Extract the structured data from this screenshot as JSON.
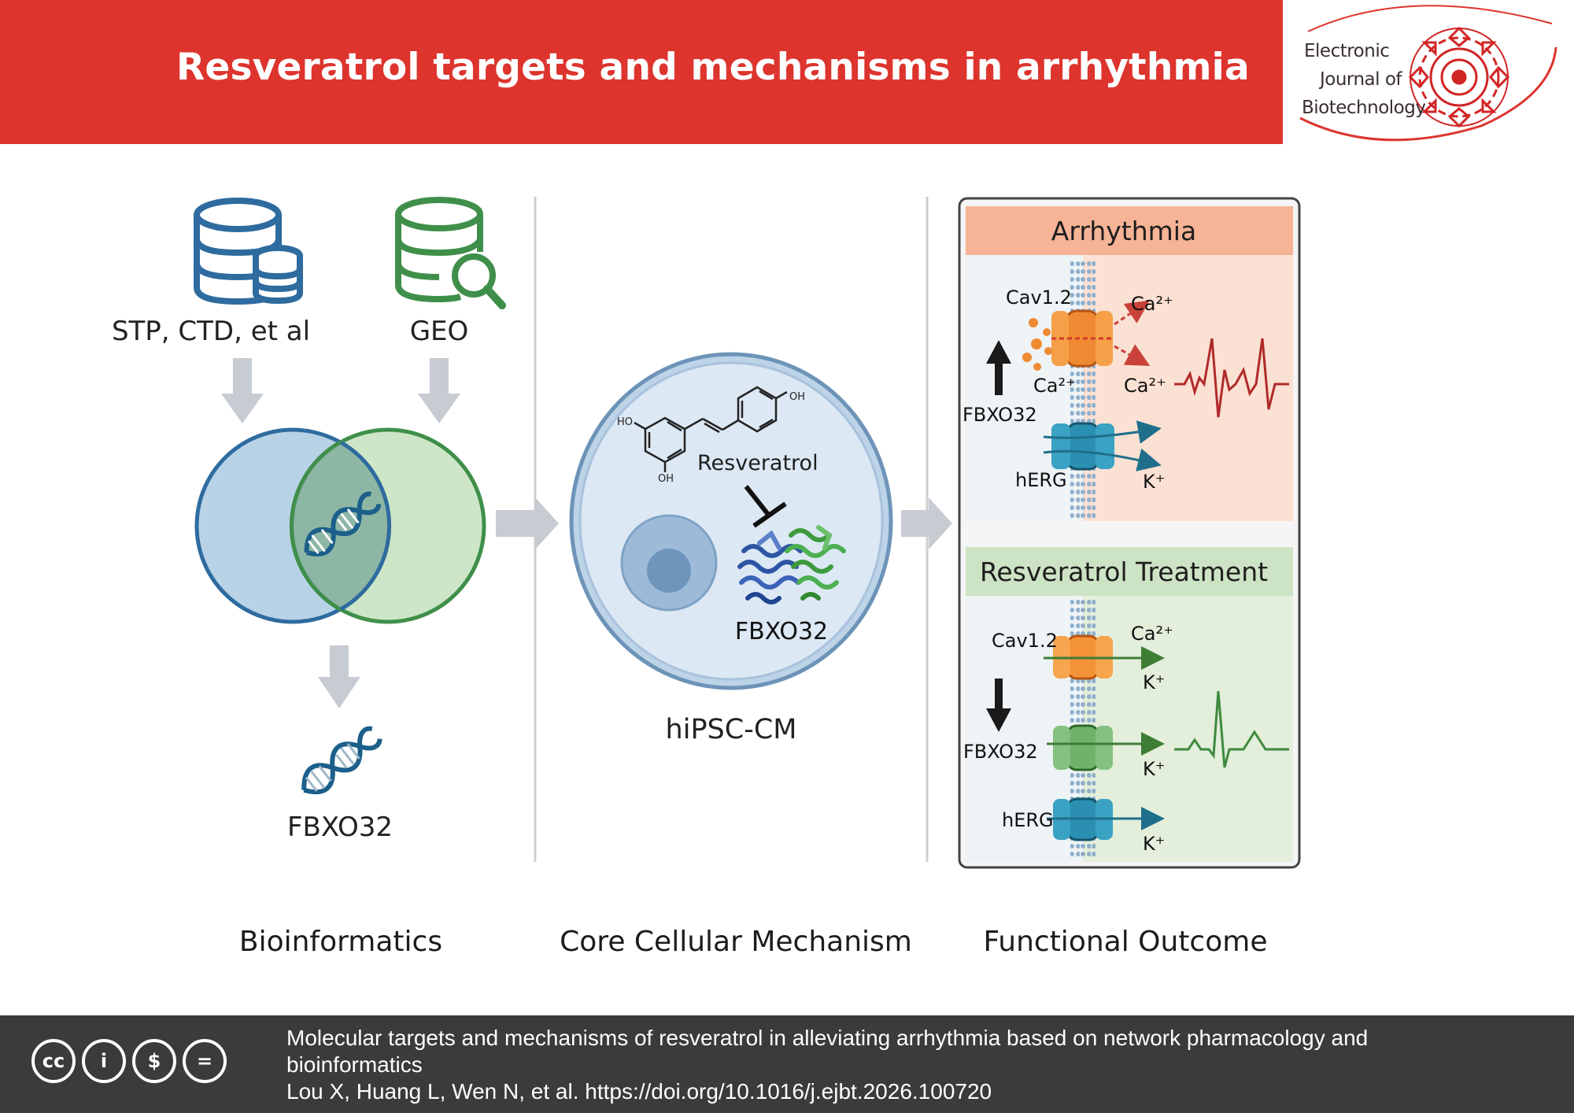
{
  "header": {
    "title": "Resveratrol targets and mechanisms in arrhythmia",
    "journal_lines": [
      "Electronic",
      "Journal of",
      "Biotechnology"
    ]
  },
  "colors": {
    "header_red": "#dd342e",
    "footer_gray": "#3b3b3b",
    "blue_circle": "#2e6b9f",
    "green_circle": "#3f8f4a",
    "arrhythmia_panel": "#fbe1d3",
    "treatment_panel": "#e3eedb"
  },
  "bioinformatics": {
    "db_label": "STP, CTD, et al",
    "geo_label": "GEO",
    "result_label": "FBXO32",
    "db_icon": "database-icon",
    "geo_icon": "database-search-icon",
    "dna_icon": "dna-icon"
  },
  "mechanism": {
    "compound_label": "Resveratrol",
    "target_label": "FBXO32",
    "cell_label": "hiPSC-CM",
    "oh_labels": [
      "OH",
      "HO",
      "OH"
    ]
  },
  "outcome": {
    "arrhythmia": {
      "title": "Arrhythmia",
      "cav_label": "Cav1.2",
      "ca_out_1": "Ca²⁺",
      "ca_in": "Ca²⁺",
      "ca_out_2": "Ca²⁺",
      "fbxo_label": "FBXO32",
      "herg_label": "hERG",
      "k_label": "K⁺",
      "fbxo_direction": "up"
    },
    "treatment": {
      "title": "Resveratrol Treatment",
      "cav_label": "Cav1.2",
      "ca_out": "Ca²⁺",
      "k_1": "K⁺",
      "fbxo_label": "FBXO32",
      "k_2": "K⁺",
      "herg_label": "hERG",
      "k_3": "K⁺",
      "fbxo_direction": "down"
    }
  },
  "columns": [
    "Bioinformatics",
    "Core Cellular Mechanism",
    "Functional Outcome"
  ],
  "footer": {
    "license_icons": [
      "cc-icon",
      "attribution-icon",
      "noncommercial-icon",
      "noderivatives-icon"
    ],
    "license_glyphs": [
      "cc",
      "i",
      "$",
      "="
    ],
    "article_title_line1": "Molecular targets and mechanisms of resveratrol in alleviating arrhythmia based on network pharmacology and",
    "article_title_line2": "bioinformatics",
    "citation": "Lou X, Huang L, Wen N, et al. https://doi.org/10.1016/j.ejbt.2026.100720"
  }
}
